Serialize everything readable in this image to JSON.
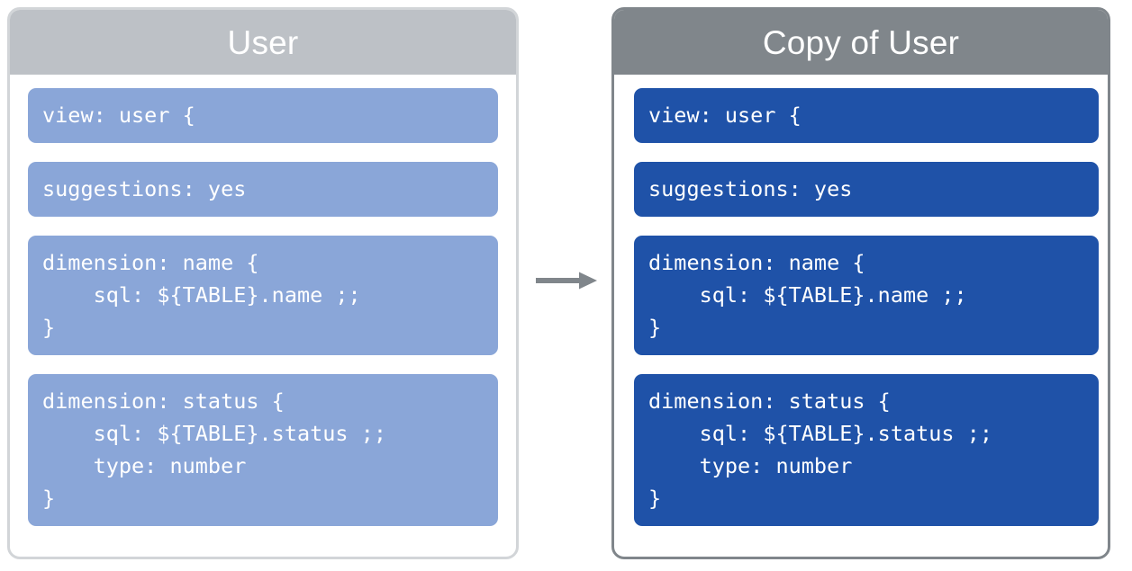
{
  "diagram": {
    "type": "before-after-copy",
    "arrow": {
      "icon": "arrow-right-icon",
      "direction": "right",
      "color": "#80868b"
    },
    "colors": {
      "left_header_bg": "#bdc1c6",
      "right_header_bg": "#80868b",
      "left_block_bg": "#8aa6d8",
      "right_block_bg": "#1f52a8",
      "left_border": "#d2d5d8",
      "right_border": "#80868b",
      "header_text": "#ffffff",
      "code_text": "#ffffff",
      "page_bg": "#ffffff"
    }
  },
  "panels": [
    {
      "id": "source",
      "title": "User",
      "blocks": [
        {
          "name": "view-declaration",
          "code": "view: user {"
        },
        {
          "name": "suggestions-parameter",
          "code": "suggestions: yes"
        },
        {
          "name": "dimension-name",
          "code": "dimension: name {\n    sql: ${TABLE}.name ;;\n}"
        },
        {
          "name": "dimension-status",
          "code": "dimension: status {\n    sql: ${TABLE}.status ;;\n    type: number\n}"
        }
      ]
    },
    {
      "id": "copy",
      "title": "Copy of User",
      "blocks": [
        {
          "name": "view-declaration",
          "code": "view: user {"
        },
        {
          "name": "suggestions-parameter",
          "code": "suggestions: yes"
        },
        {
          "name": "dimension-name",
          "code": "dimension: name {\n    sql: ${TABLE}.name ;;\n}"
        },
        {
          "name": "dimension-status",
          "code": "dimension: status {\n    sql: ${TABLE}.status ;;\n    type: number\n}"
        }
      ]
    }
  ]
}
